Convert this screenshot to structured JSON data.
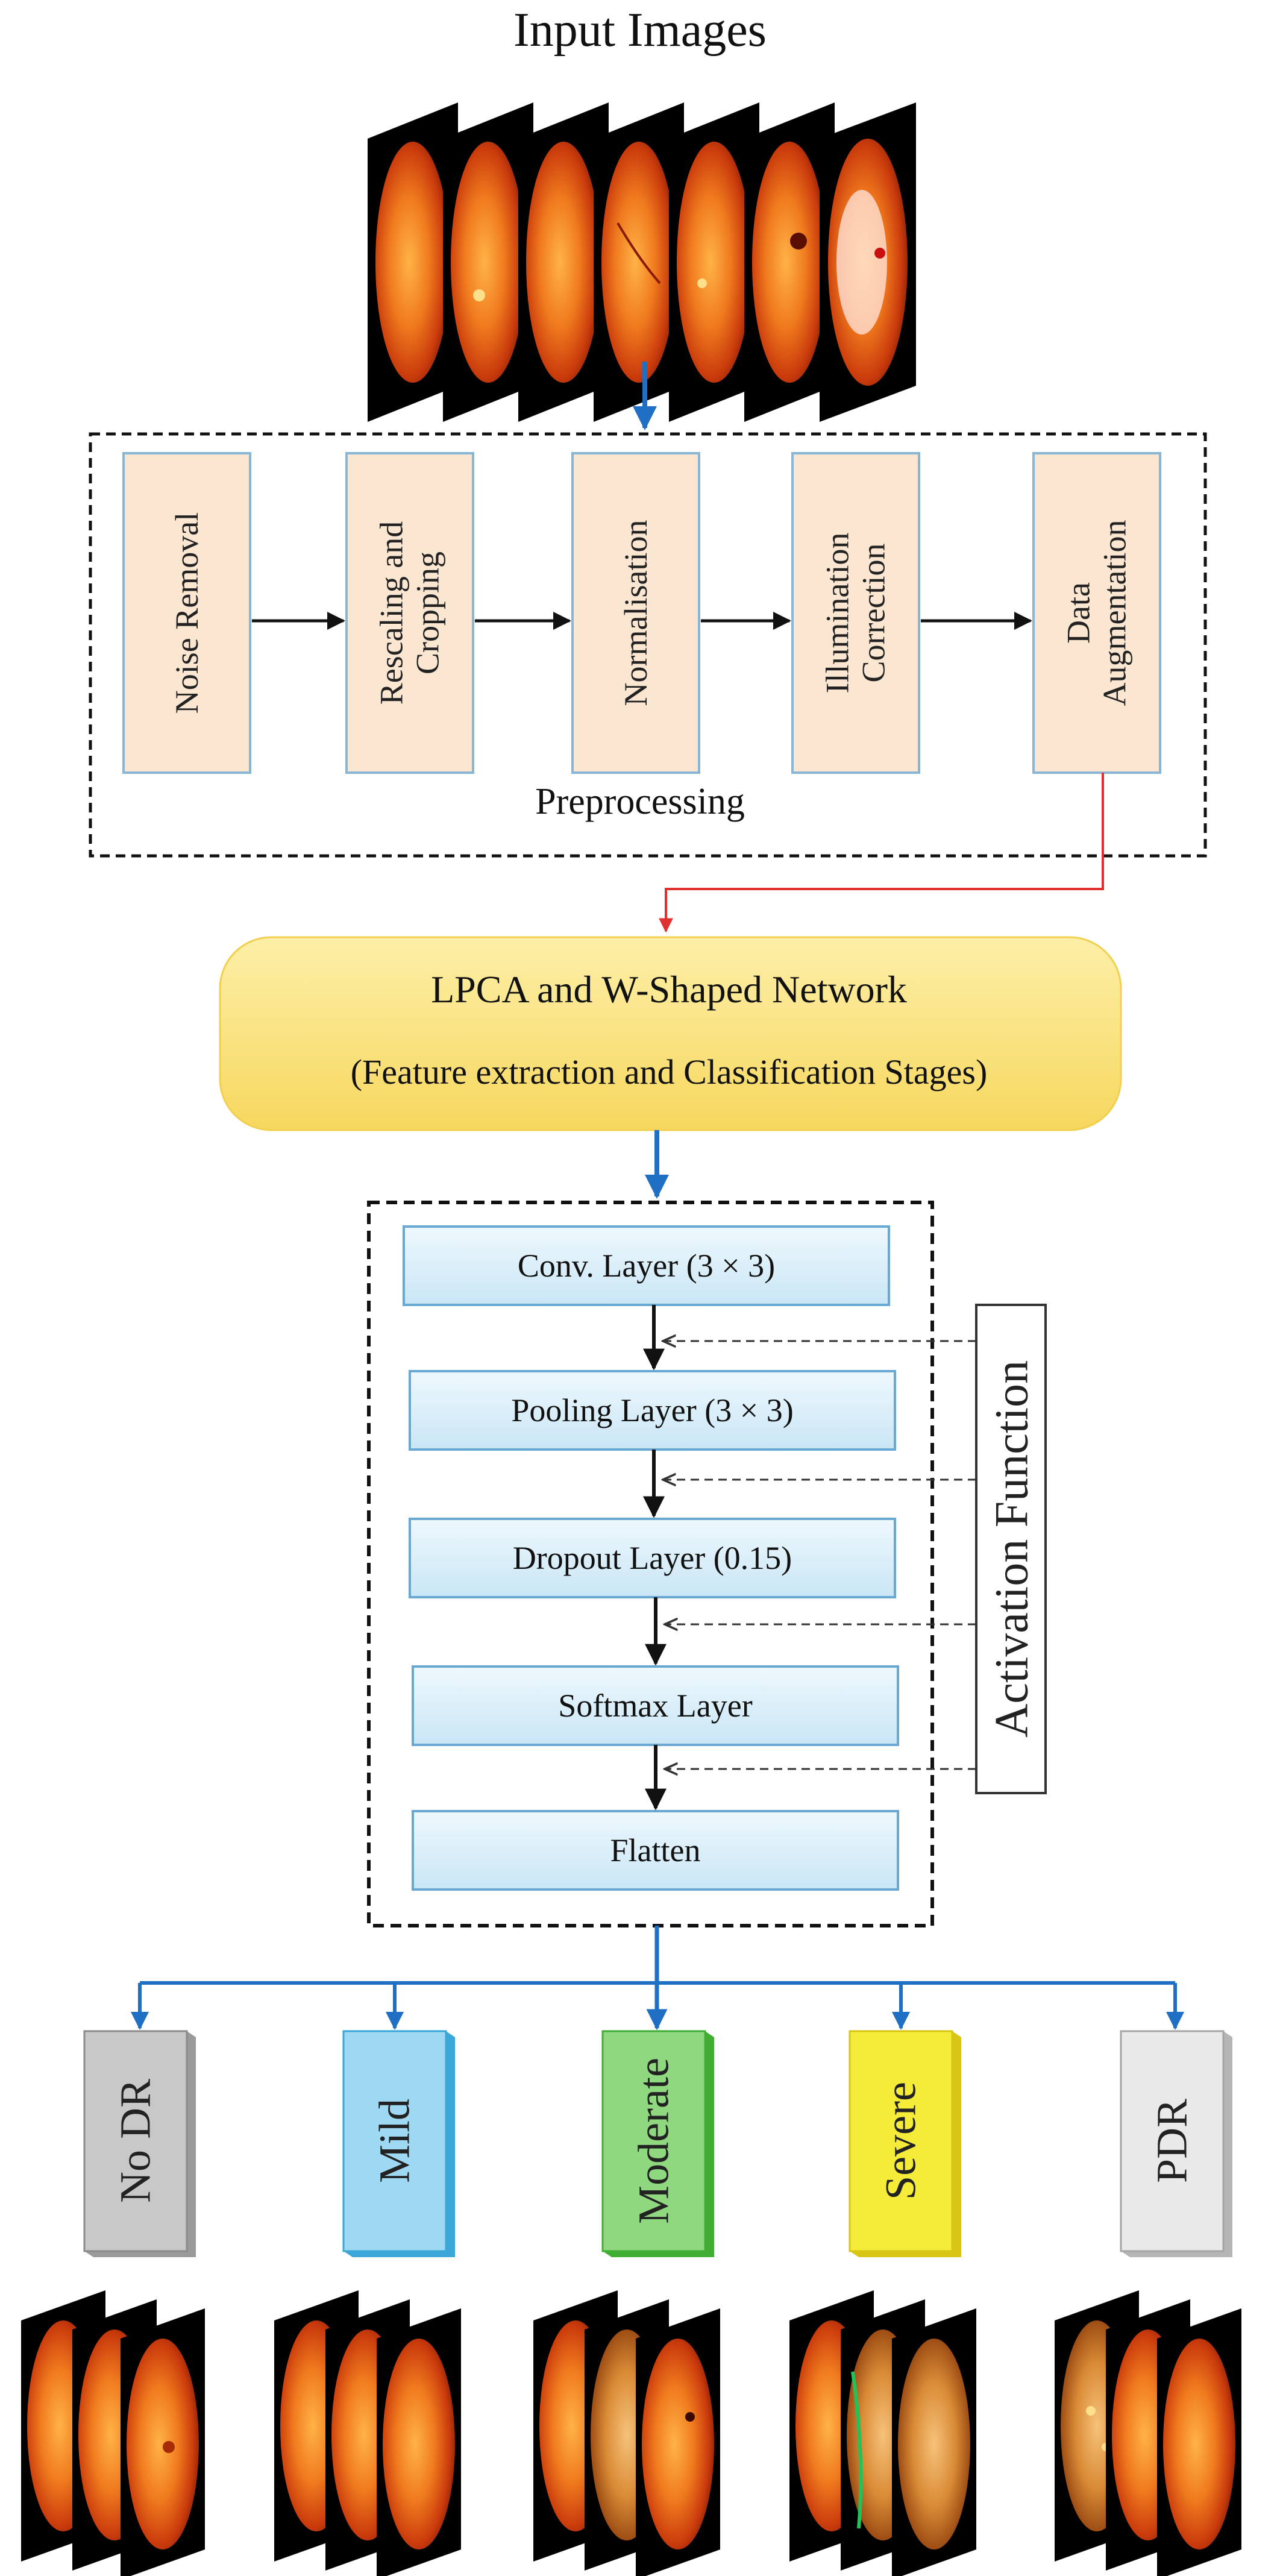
{
  "title": "Input Images",
  "preprocessing": {
    "caption": "Preprocessing",
    "steps": [
      {
        "label": "Noise Removal"
      },
      {
        "label": "Rescaling and\nCropping"
      },
      {
        "label": "Normalisation"
      },
      {
        "label": "Illumination\nCorrection"
      },
      {
        "label": "Data\nAugmentation"
      }
    ]
  },
  "network": {
    "title": "LPCA and W-Shaped Network",
    "subtitle": "(Feature extraction and Classification Stages)"
  },
  "layers": [
    {
      "label": "Conv. Layer (3 × 3)"
    },
    {
      "label": "Pooling Layer (3 × 3)"
    },
    {
      "label": "Dropout Layer (0.15)"
    },
    {
      "label": "Softmax Layer"
    },
    {
      "label": "Flatten"
    }
  ],
  "activation": "Activation Function",
  "classes": [
    {
      "label": "No DR",
      "color": "#c8c8c8"
    },
    {
      "label": "Mild",
      "color": "#9fd8f2"
    },
    {
      "label": "Moderate",
      "color": "#8fd880"
    },
    {
      "label": "Severe",
      "color": "#f5ec3a"
    },
    {
      "label": "PDR",
      "color": "#e9e9e9"
    }
  ],
  "colors": {
    "blue_arrow": "#1f6fc5",
    "red_arrow": "#e03030",
    "step_fill": "#fbe6d2",
    "step_border": "#8ab6d6",
    "layer_fill": "#dbeef8",
    "network_fill": "#f7dc6a"
  }
}
